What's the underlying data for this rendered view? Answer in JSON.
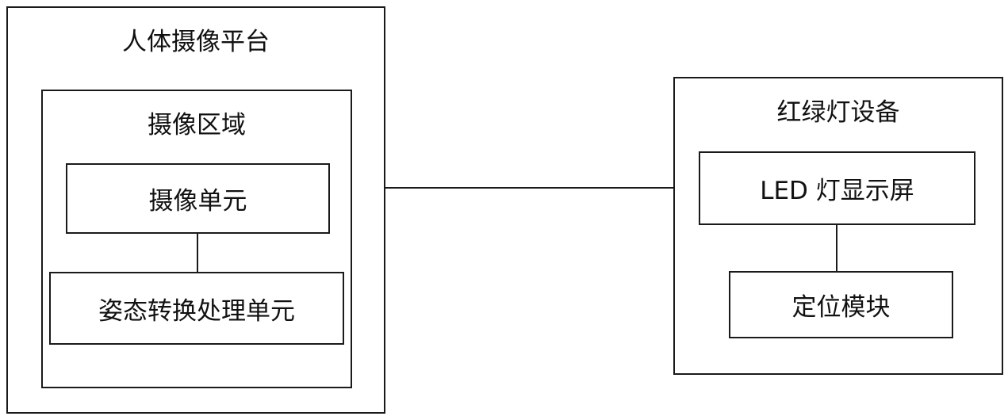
{
  "diagram": {
    "platform": {
      "title": "人体摄像平台",
      "area": {
        "title": "摄像区域",
        "camera_unit": "摄像单元",
        "pose_unit": "姿态转换处理单元"
      }
    },
    "traffic": {
      "title": "红绿灯设备",
      "led_screen": "LED 灯显示屏",
      "positioning": "定位模块"
    }
  }
}
